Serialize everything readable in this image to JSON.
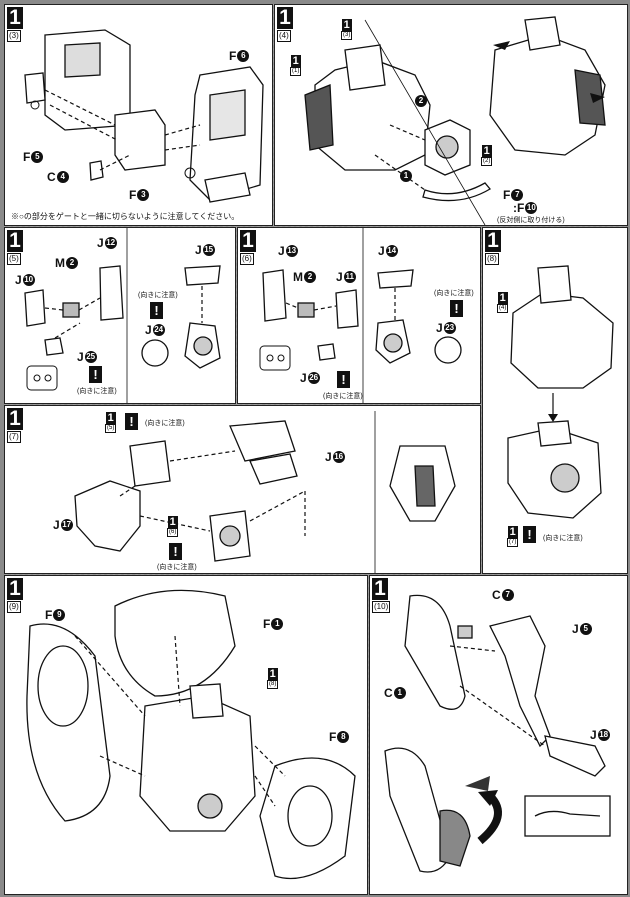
{
  "footnote": "※○の部分をゲートと一緒に切らないように注意してください。",
  "caution": "(向きに注意)",
  "opposite_side": "(反対側に取り付ける)",
  "warning_mark": "!",
  "panels": {
    "p3": {
      "step": "1",
      "sub": "(3)",
      "labels": {
        "f6": "F",
        "f6n": "6",
        "f5": "F",
        "f5n": "5",
        "c4": "C",
        "c4n": "4",
        "f3": "F",
        "f3n": "3"
      }
    },
    "p4": {
      "step": "1",
      "sub": "(4)",
      "mini1": {
        "n": "1",
        "s": "(1)"
      },
      "mini3": {
        "n": "1",
        "s": "(3)"
      },
      "mini2": {
        "n": "1",
        "s": "(2)"
      },
      "order1": "1",
      "order2": "2",
      "labels": {
        "f7": "F",
        "f7n": "7",
        "f10": ":F",
        "f10n": "10"
      }
    },
    "p5": {
      "step": "1",
      "sub": "(5)",
      "labels": {
        "m2": "M",
        "m2n": "2",
        "j12": "J",
        "j12n": "12",
        "j15": "J",
        "j15n": "15",
        "j10": "J",
        "j10n": "10",
        "j24": "J",
        "j24n": "24",
        "j25": "J",
        "j25n": "25"
      }
    },
    "p6": {
      "step": "1",
      "sub": "(6)",
      "labels": {
        "j13": "J",
        "j13n": "13",
        "m2": "M",
        "m2n": "2",
        "j11": "J",
        "j11n": "11",
        "j14": "J",
        "j14n": "14",
        "j23": "J",
        "j23n": "23",
        "j26": "J",
        "j26n": "26"
      }
    },
    "p7": {
      "step": "1",
      "sub": "(7)",
      "mini5": {
        "n": "1",
        "s": "(5)"
      },
      "mini6": {
        "n": "1",
        "s": "(6)"
      },
      "labels": {
        "j16": "J",
        "j16n": "16",
        "j17": "J",
        "j17n": "17"
      }
    },
    "p8": {
      "step": "1",
      "sub": "(8)",
      "mini4": {
        "n": "1",
        "s": "(4)"
      },
      "mini7": {
        "n": "1",
        "s": "(7)"
      }
    },
    "p9": {
      "step": "1",
      "sub": "(9)",
      "mini8": {
        "n": "1",
        "s": "(8)"
      },
      "labels": {
        "f9": "F",
        "f9n": "9",
        "f1": "F",
        "f1n": "1",
        "f8": "F",
        "f8n": "8"
      }
    },
    "p10": {
      "step": "1",
      "sub": "(10)",
      "labels": {
        "c7": "C",
        "c7n": "7",
        "j5": "J",
        "j5n": "5",
        "c1": "C",
        "c1n": "1",
        "j18": "J",
        "j18n": "18"
      }
    }
  }
}
